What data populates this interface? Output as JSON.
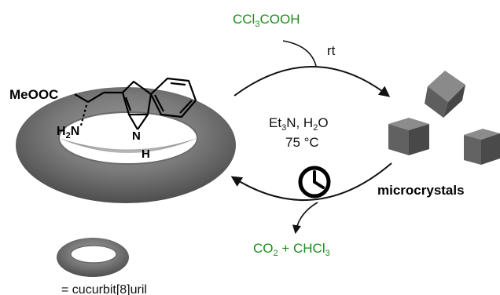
{
  "reagents": {
    "acid": {
      "base": "CCl",
      "sub": "3",
      "tail": "COOH",
      "color": "#1e8c1e"
    },
    "step1_condition": "rt",
    "step2_condition_line1": {
      "a": "Et",
      "a_sub": "3",
      "b": "N, H",
      "b_sub": "2",
      "c": "O"
    },
    "step2_condition_line2": "75 °C",
    "products": {
      "a": "CO",
      "a_sub": "2",
      "mid": " + CHCl",
      "b_sub": "3",
      "color": "#1e8c1e"
    }
  },
  "molecule": {
    "ester_label": "MeOOC",
    "amine_label": "H",
    "amine_sub": "2",
    "amine_tail": "N",
    "indole_nh_n": "N",
    "indole_nh_h": "H"
  },
  "labels": {
    "microcrystals": "microcrystals",
    "legend": "= cucurbit[8]uril"
  },
  "icons": [
    "torus-icon",
    "clock-icon",
    "cube-icon",
    "arrow-icon"
  ]
}
